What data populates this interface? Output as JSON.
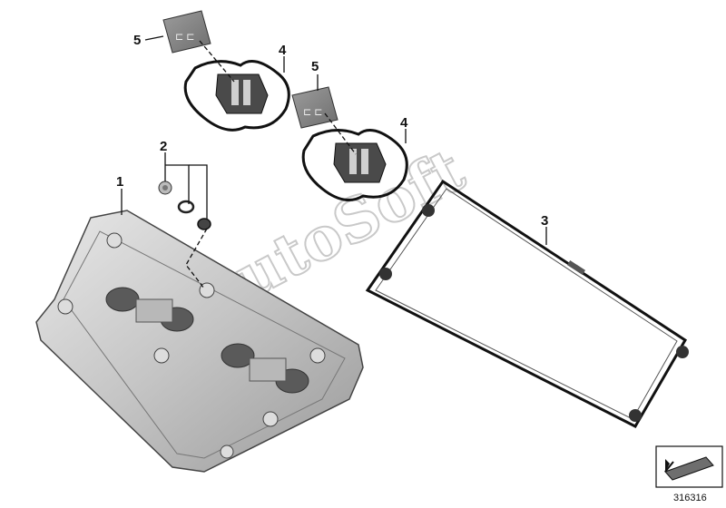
{
  "diagram": {
    "callouts": [
      {
        "id": "1",
        "label": "1"
      },
      {
        "id": "2",
        "label": "2"
      },
      {
        "id": "3",
        "label": "3"
      },
      {
        "id": "4a",
        "label": "4"
      },
      {
        "id": "4b",
        "label": "4"
      },
      {
        "id": "5a",
        "label": "5"
      },
      {
        "id": "5b",
        "label": "5"
      }
    ],
    "watermark": "AutoSoft",
    "part_number": "316316",
    "part_names": [
      "cylinder-head-cover",
      "screw-with-seals",
      "gasket",
      "profile-gasket",
      "spark-plug-cover"
    ]
  }
}
